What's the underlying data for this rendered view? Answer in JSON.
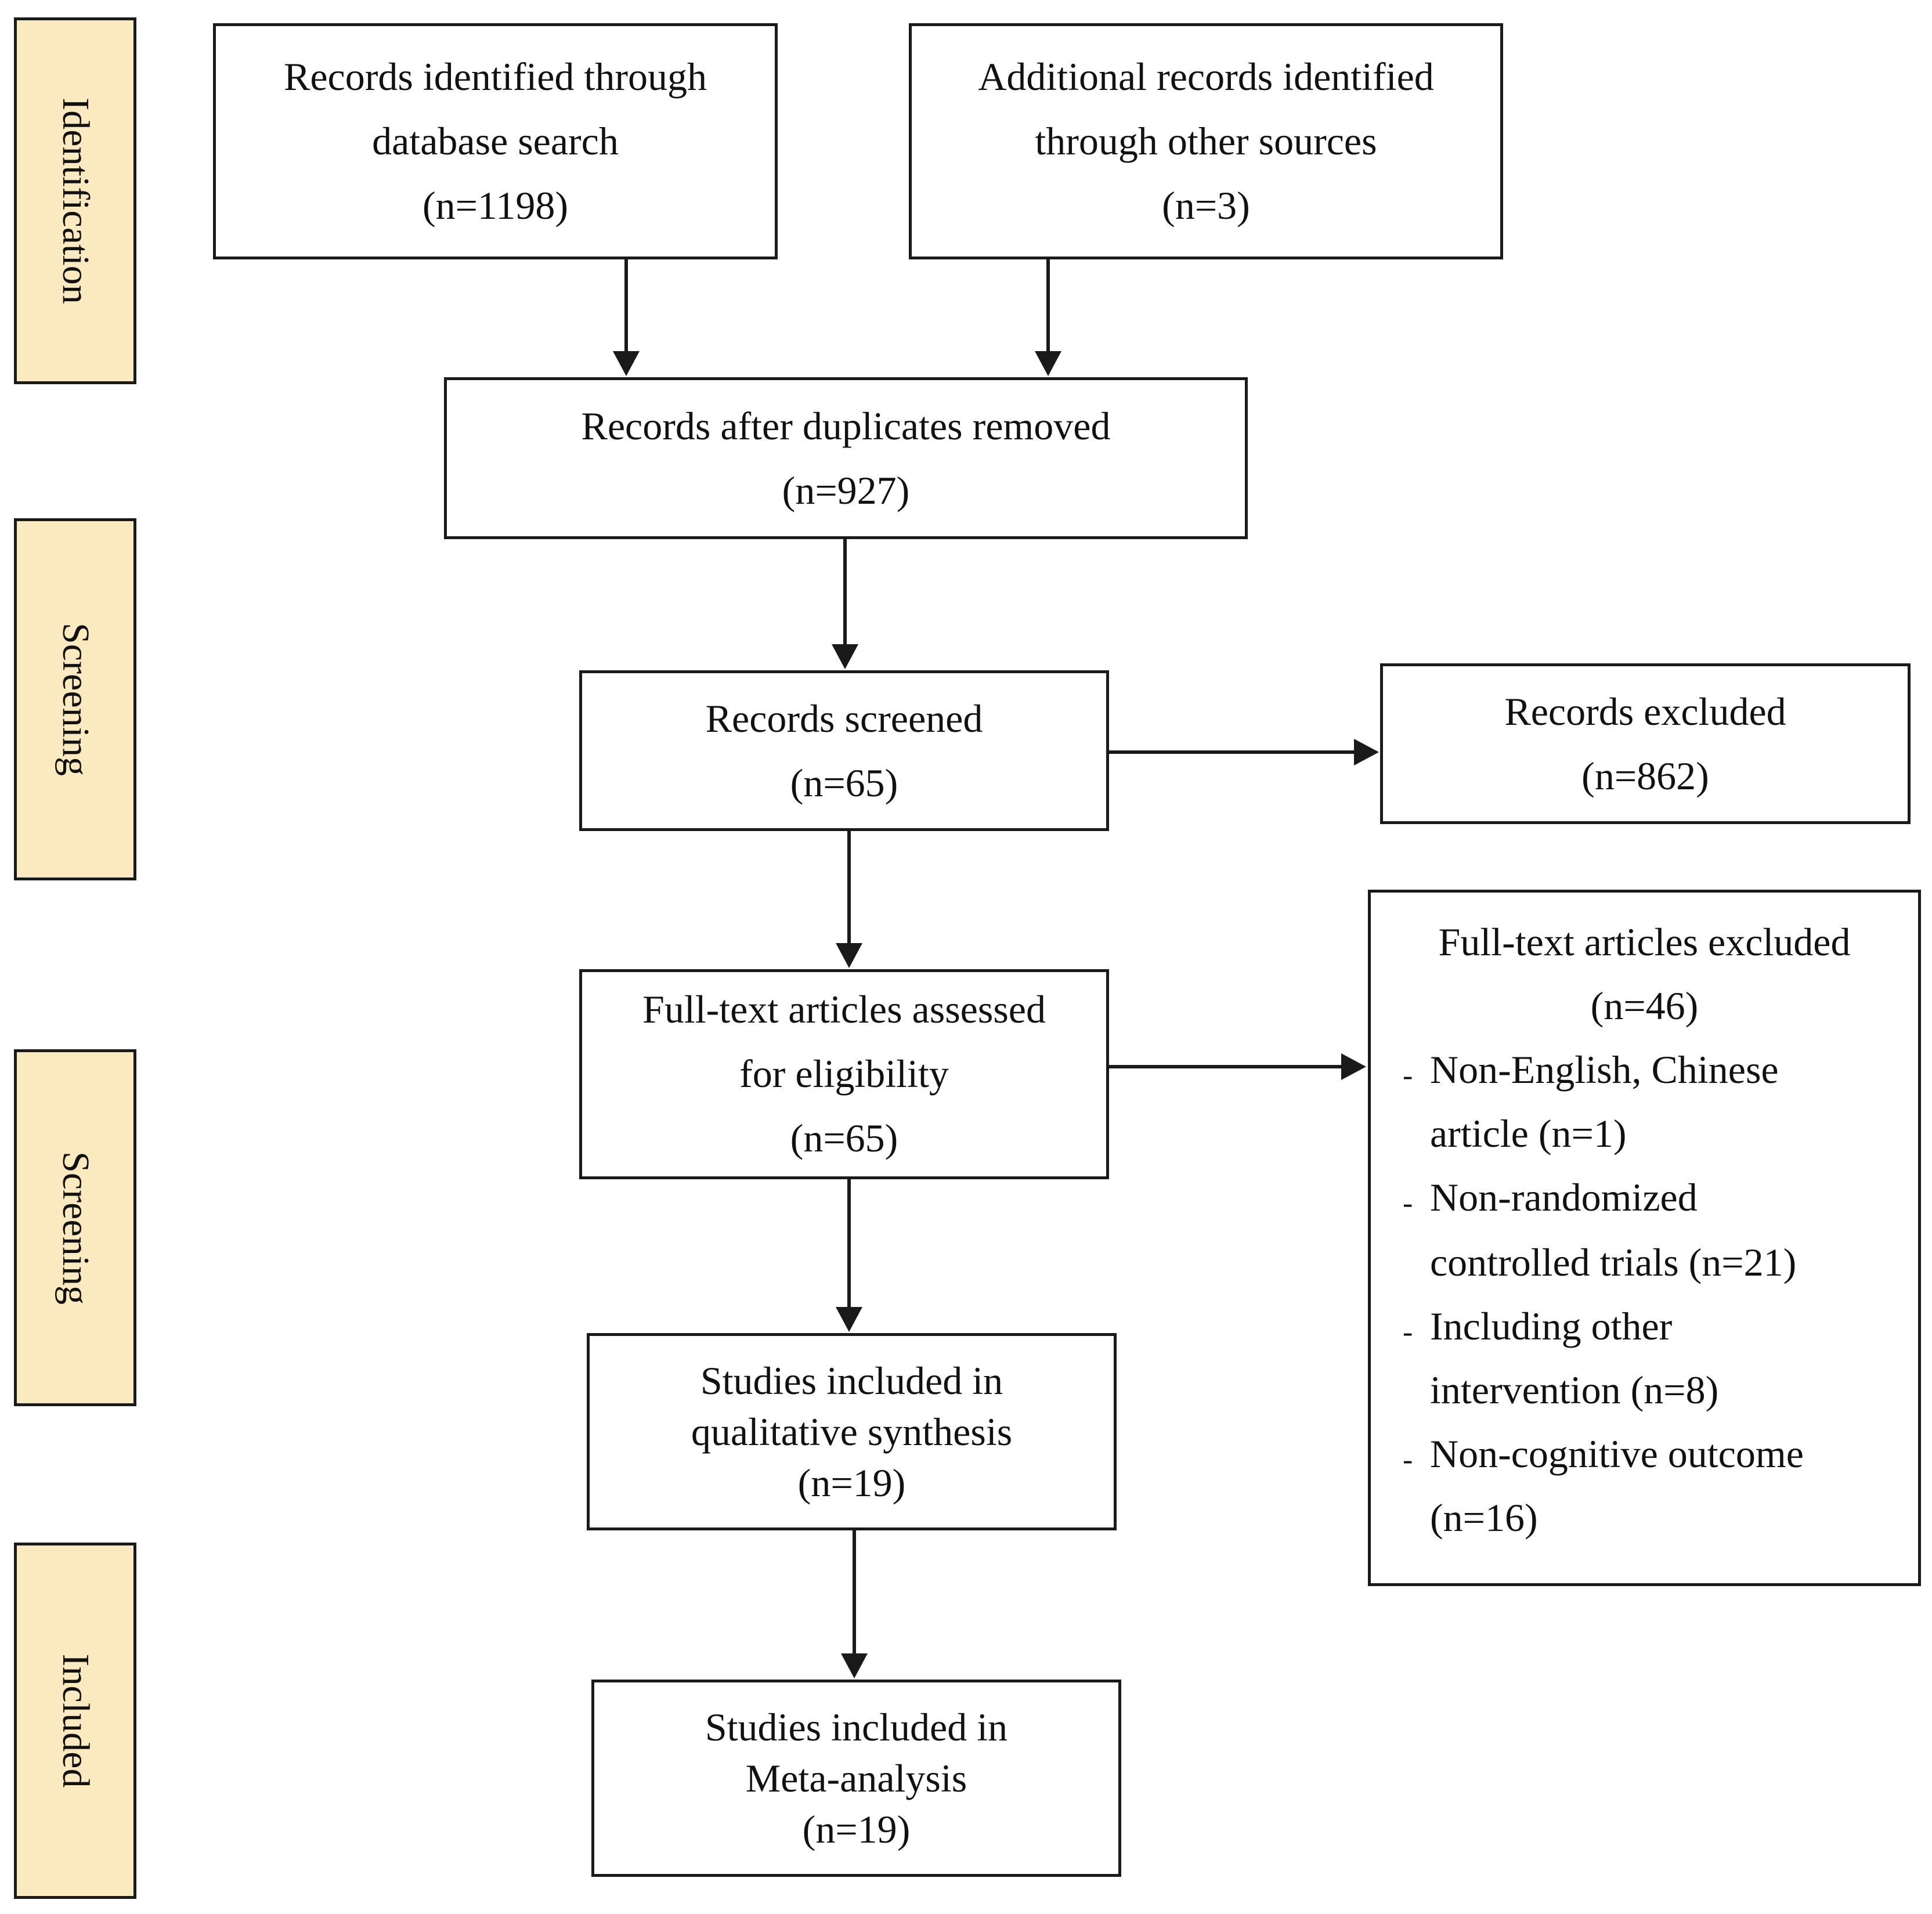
{
  "stages": {
    "identification": "Identification",
    "screening_1": "Screening",
    "screening_2": "Screening",
    "included": "Included"
  },
  "boxes": {
    "database_search": {
      "line1": "Records identified through",
      "line2": "database search",
      "line3": "(n=1198)"
    },
    "other_sources": {
      "line1": "Additional records identified",
      "line2": "through other sources",
      "line3": "(n=3)"
    },
    "duplicates_removed": {
      "line1": "Records after duplicates removed",
      "line2": "(n=927)"
    },
    "records_screened": {
      "line1": "Records screened",
      "line2": "(n=65)"
    },
    "records_excluded": {
      "line1": "Records excluded",
      "line2": "(n=862)"
    },
    "fulltext_assessed": {
      "line1": "Full-text articles assessed",
      "line2": "for eligibility",
      "line3": "(n=65)"
    },
    "qualitative": {
      "line1": "Studies included in",
      "line2": "qualitative synthesis",
      "line3": "(n=19)"
    },
    "meta_analysis": {
      "line1": "Studies included in",
      "line2": "Meta-analysis",
      "line3": "(n=19)"
    }
  },
  "fulltext_excluded": {
    "title": "Full-text articles excluded",
    "count": "(n=46)",
    "bullet": "-",
    "items": [
      {
        "line1": "Non-English, Chinese",
        "line2": "article (n=1)"
      },
      {
        "line1": "Non-randomized",
        "line2": "controlled trials (n=21)"
      },
      {
        "line1": "Including other",
        "line2": "intervention (n=8)"
      },
      {
        "line1": "Non-cognitive outcome",
        "line2": "(n=16)"
      }
    ]
  },
  "colors": {
    "stage_fill": "#fbe9bf",
    "stroke": "#1a1a1a"
  }
}
